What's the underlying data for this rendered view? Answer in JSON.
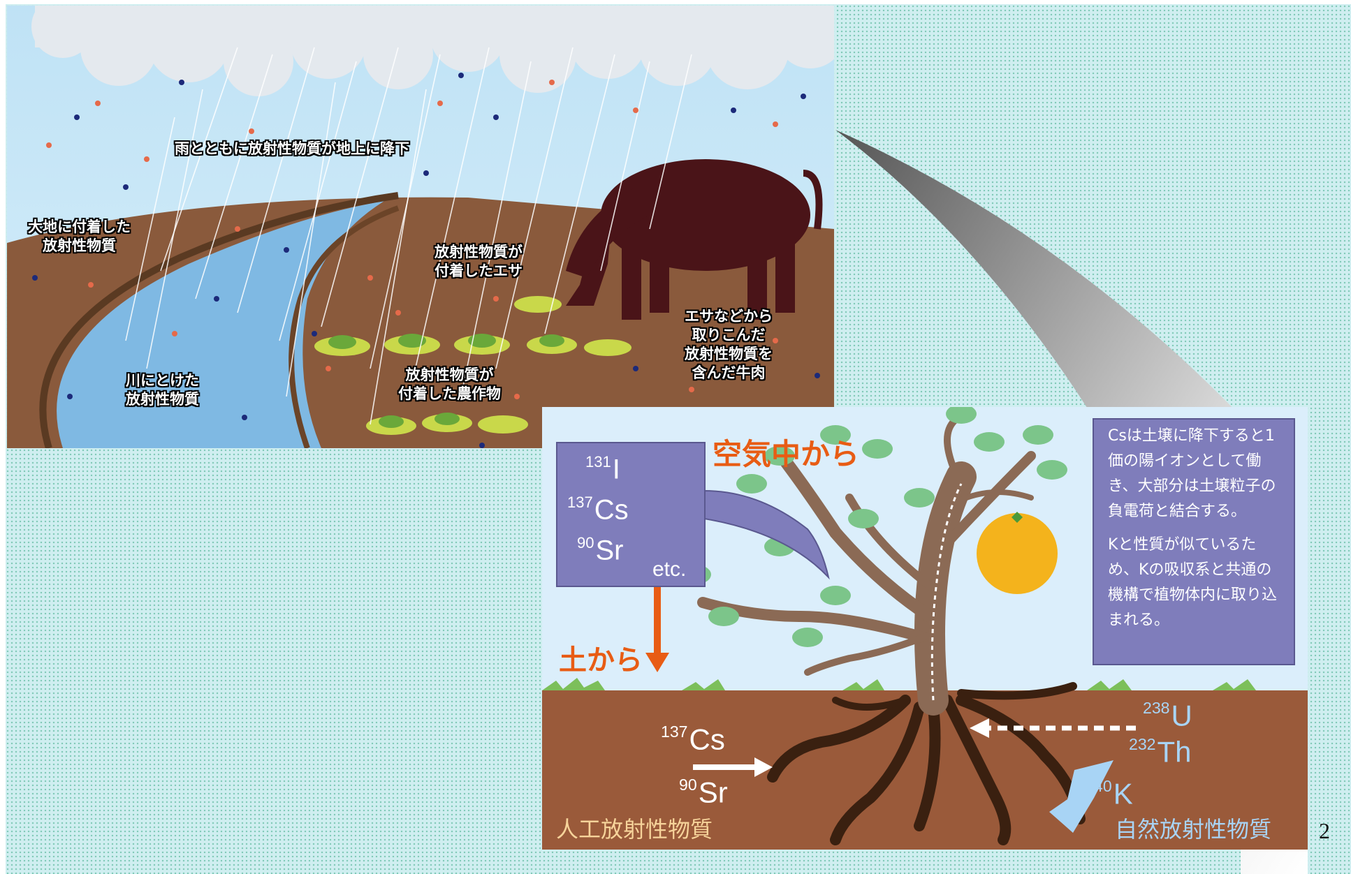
{
  "scene": {
    "labels": {
      "rain": "雨とともに放射性物質が地上に降下",
      "ground": "大地に付着した\n放射性物質",
      "feed": "放射性物質が\n付着したエサ",
      "beef": "エサなどから\n取りこんだ\n放射性物質を\n含んだ牛肉",
      "river": "川にとけた\n放射性物質",
      "crops": "放射性物質が\n付着した農作物"
    }
  },
  "tree_panel": {
    "air_label": "空気中から",
    "soil_label": "土から",
    "air_isotopes": [
      {
        "mass": "131",
        "symbol": "I"
      },
      {
        "mass": "137",
        "symbol": "Cs"
      },
      {
        "mass": "90",
        "symbol": "Sr"
      }
    ],
    "air_etc": "etc.",
    "soil_artificial": [
      {
        "mass": "137",
        "symbol": "Cs"
      },
      {
        "mass": "90",
        "symbol": "Sr"
      }
    ],
    "soil_natural": [
      {
        "mass": "238",
        "symbol": "U"
      },
      {
        "mass": "232",
        "symbol": "Th"
      },
      {
        "mass": "40",
        "symbol": "K"
      }
    ],
    "artificial_label": "人工放射性物質",
    "natural_label": "自然放射性物質",
    "info": [
      "Csは土壌に降下すると1価の陽イオンとして働き、大部分は土壌粒子の負電荷と結合する。",
      "Kと性質が似ているため、Kの吸収系と共通の機構で植物体内に取り込まれる。"
    ]
  },
  "page_number": "2",
  "colors": {
    "accent_orange": "#e85c14",
    "box_purple": "#7f7dbb",
    "soil_brown": "#9a5a3a",
    "natural_blue": "#8fb8e0"
  }
}
